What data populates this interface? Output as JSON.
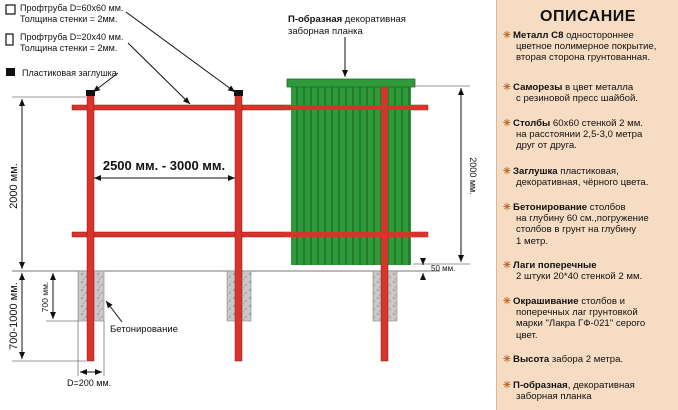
{
  "legend": {
    "profile_60": [
      "Профтруба D=60x60 мм.",
      "Толщина стенки = 2мм."
    ],
    "profile_40": [
      "Профтруба D=20x40 мм.",
      "Толщина стенки = 2мм."
    ],
    "plug": "Пластиковая заглушка"
  },
  "top_plank_note": {
    "bold": "П-образная",
    "rest_line1": " декоративная",
    "line2": "заборная планка"
  },
  "dimensions": {
    "span": "2500 мм. - 3000 мм.",
    "total_height": "2000 мм.",
    "sheet_height": "2000 мм.",
    "burial": "700-1000 мм.",
    "concrete_depth": "700 мм.",
    "ground_gap": "50 мм.",
    "diameter": "D=200 мм."
  },
  "concrete_label": "Бетонирование",
  "colors": {
    "post": "#d9332b",
    "sheet": "#2e9a3a",
    "sheet_dark": "#1f6e27",
    "concrete": "#c8c8c8",
    "panel_bg": "#f6dcc3",
    "accent": "#b86a2a"
  },
  "panel": {
    "title": "ОПИСАНИЕ",
    "items": [
      {
        "head": "Металл С8",
        "first": " одностороннее",
        "rest": [
          "цветное полимерное покрытие,",
          "вторая сторона грунтованная."
        ]
      },
      {
        "head": "Саморезы",
        "first": " в цвет металла",
        "rest": [
          "с резиновой пресс шайбой."
        ]
      },
      {
        "head": "Столбы",
        "first": " 60х60 стенкой 2 мм.",
        "rest": [
          "на расстоянии 2,5-3,0 метра",
          "друг от друга."
        ]
      },
      {
        "head": "Заглушка",
        "first": " пластиковая,",
        "rest": [
          "декоративная, чёрного цвета."
        ]
      },
      {
        "head": "Бетонирование",
        "first": " столбов",
        "rest": [
          "на глубину 60 см.,погружение",
          "столбов в грунт на глубину",
          "1 метр."
        ]
      },
      {
        "head": "Лаги поперечные",
        "first": "",
        "rest": [
          "2 штуки  20*40 стенкой 2 мм."
        ]
      },
      {
        "head": "Окрашивание",
        "first": " столбов и",
        "rest": [
          "поперечных лаг грунтовкой",
          "марки \"Лакра ГФ-021\" серого",
          "цвет."
        ]
      },
      {
        "head": "Высота",
        "first": " забора 2 метра.",
        "rest": []
      },
      {
        "head": "П-образная",
        "first": ", декоративная",
        "rest": [
          "заборная планка"
        ]
      }
    ]
  }
}
